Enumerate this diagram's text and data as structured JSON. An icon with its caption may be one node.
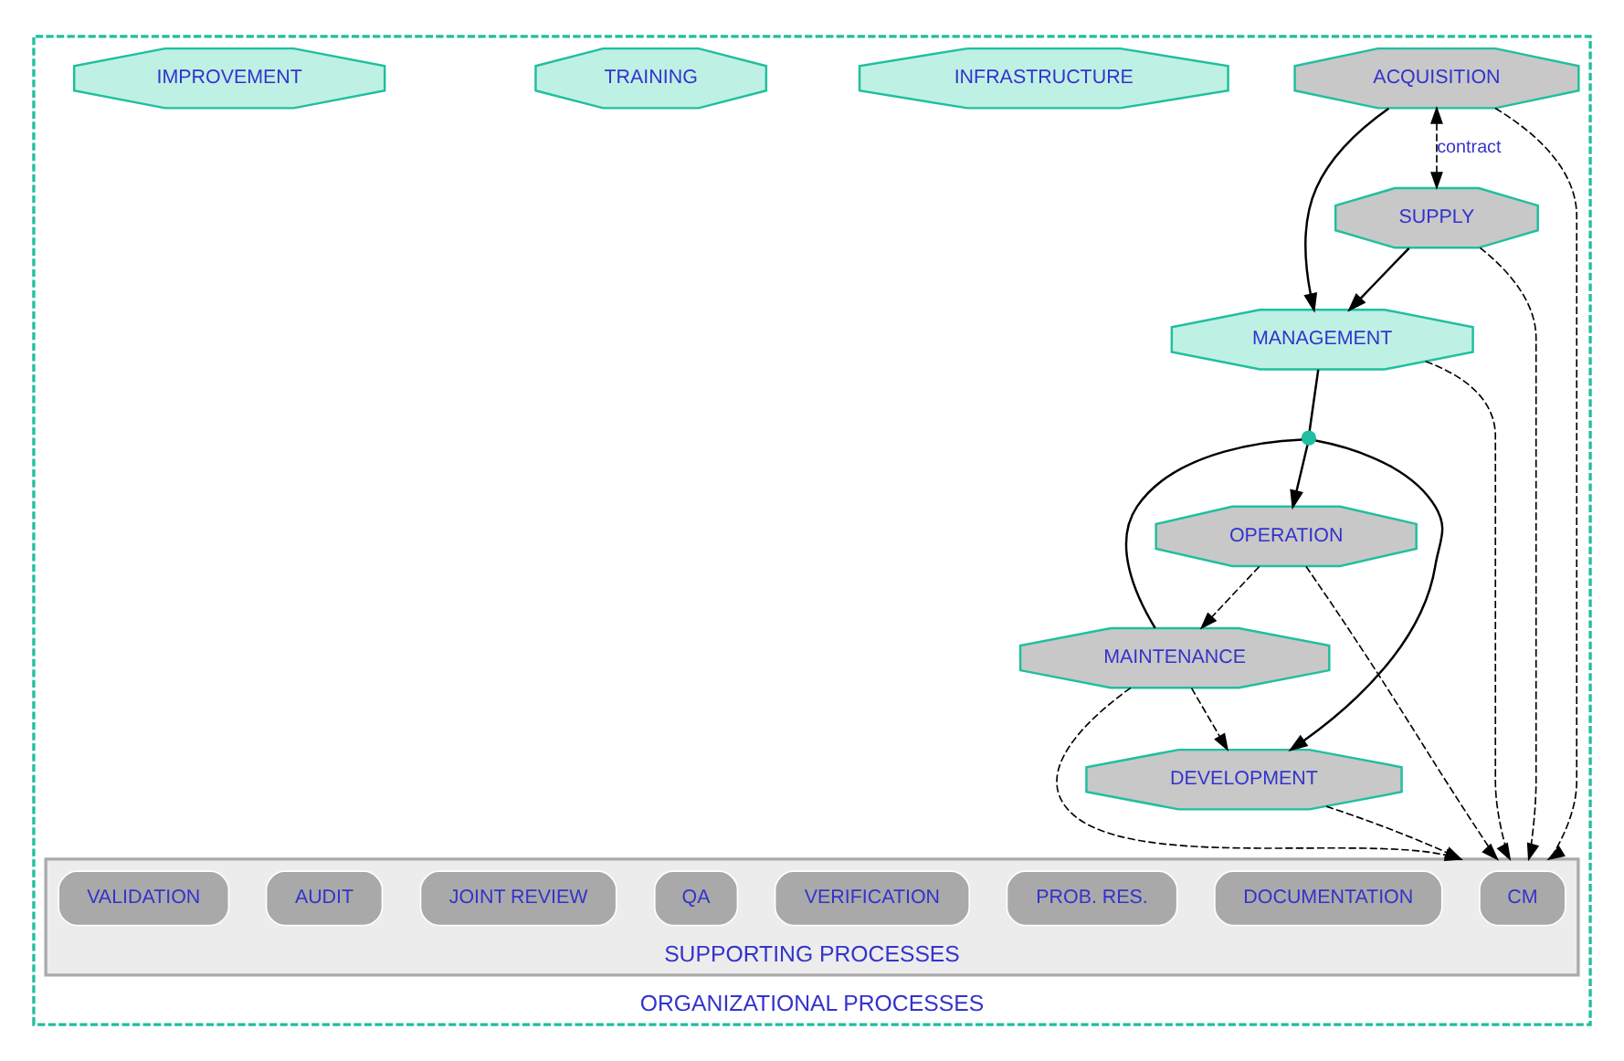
{
  "diagram": {
    "nodes": [
      {
        "text": [
          "ORGANIZATIONAL PROCESSES"
        ]
      },
      {
        "text": [
          "ACQUISITION"
        ],
        "in": 0
      },
      {
        "text": [
          "MANAGEMENT"
        ],
        "in": 0
      },
      {
        "text": [
          "SUPPLY"
        ],
        "in": 0
      },
      {
        "text": [],
        "shape": "circle",
        "in": 0
      },
      {
        "text": [
          "MAINTENANCE"
        ],
        "in": 0
      },
      {
        "text": [
          "OPERATION"
        ],
        "in": 0
      },
      {
        "text": [
          "DEVELOPMENT"
        ],
        "in": 0
      },
      {
        "text": [
          "SUPPORTING PROCESSES"
        ],
        "in": 0
      },
      {
        "text": [
          "CM"
        ],
        "in": 8
      },
      {
        "text": [
          "DOCUMENTATION"
        ],
        "in": 8
      },
      {
        "text": [
          "PROB. RES."
        ],
        "in": 8
      },
      {
        "text": [
          "VERIFICATION"
        ],
        "in": 8
      },
      {
        "text": [
          "QA"
        ],
        "in": 8
      },
      {
        "text": [
          "JOINT REVIEW"
        ],
        "in": 8
      },
      {
        "text": [
          "AUDIT"
        ],
        "in": 8
      },
      {
        "text": [
          "VALIDATION"
        ],
        "in": 8
      },
      {
        "text": [
          "INFRASTRUCTURE"
        ],
        "in": 0
      },
      {
        "text": [
          "TRAINING"
        ],
        "in": 0
      },
      {
        "text": [
          "IMPROVEMENT"
        ],
        "in": 0
      }
    ],
    "edges": [
      {
        "from": 1,
        "to": 2,
        "arrow": "to"
      },
      {
        "from": 3,
        "to": 2,
        "arrow": "to"
      },
      {
        "from": 1,
        "to": 3,
        "arrow": "both",
        "style": "dashed",
        "label": "contract"
      },
      {
        "from": 2,
        "to": 4,
        "arrow": "none"
      },
      {
        "from": 4,
        "to": 5,
        "arrow": "none"
      },
      {
        "from": 4,
        "to": 6,
        "arrow": "to"
      },
      {
        "from": 4,
        "to": 7,
        "arrow": "to"
      },
      {
        "from": 6,
        "to": 5,
        "arrow": "to",
        "style": "dashed"
      },
      {
        "from": 5,
        "to": 7,
        "arrow": "to",
        "style": "dashed"
      },
      {
        "from": 1,
        "to": 8,
        "arrow": "to",
        "style": "dashed"
      },
      {
        "from": 3,
        "to": 8,
        "arrow": "to",
        "style": "dashed"
      },
      {
        "from": 2,
        "to": 8,
        "arrow": "to",
        "style": "dashed"
      },
      {
        "from": 6,
        "to": 8,
        "arrow": "to",
        "style": "dashed"
      },
      {
        "from": 7,
        "to": 8,
        "arrow": "to",
        "style": "dashed"
      },
      {
        "from": 5,
        "to": 8,
        "arrow": "to",
        "style": "dashed"
      }
    ]
  }
}
